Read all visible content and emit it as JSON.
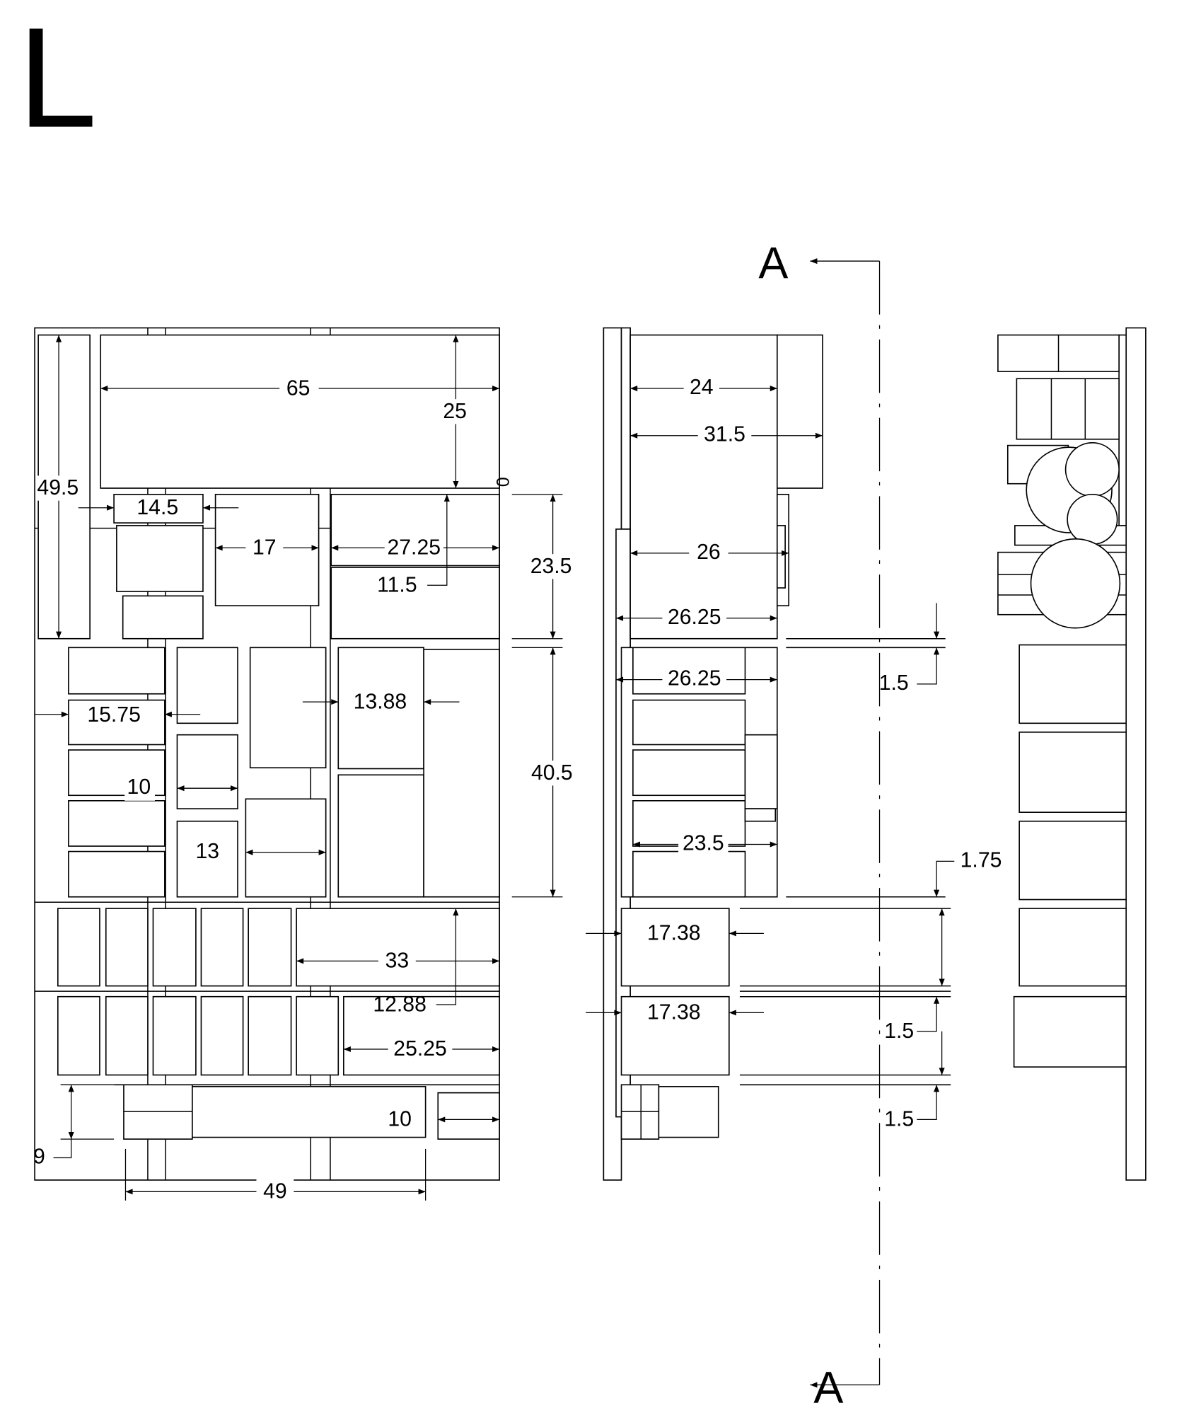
{
  "sheet_letter": "L",
  "section_marker": "A",
  "dimensions": {
    "plan": [
      "65",
      "25",
      "49.5",
      "14.5",
      "17",
      "27.25",
      "11.5",
      "23.5",
      "15.75",
      "13.88",
      "40.5",
      "10",
      "13",
      "33",
      "12.88",
      "25.25",
      "10",
      "9",
      "49",
      "0"
    ],
    "elevation": [
      "24",
      "31.5",
      "26",
      "26.25",
      "26.25",
      "23.5",
      "17.38",
      "17.38",
      "1.5",
      "1.75",
      "1.5",
      "1.5"
    ]
  }
}
